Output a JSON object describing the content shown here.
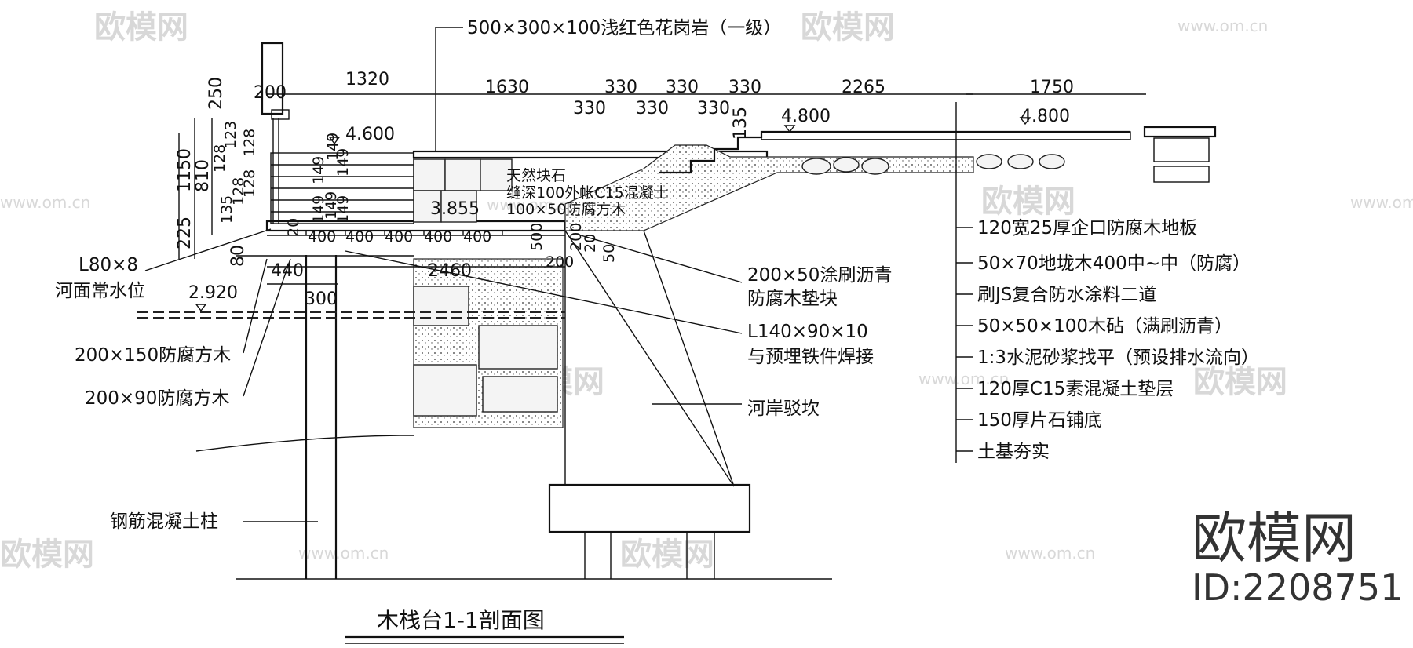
{
  "drawing_title": "木栈台1-1剖面图",
  "branding": {
    "logo_text": "欧模网",
    "id_text": "ID:2208751",
    "watermark": "欧模网",
    "watermark_url": "www.om.cn"
  },
  "dimensions": {
    "top": [
      "1320",
      "1630",
      "330",
      "330",
      "330",
      "2265",
      "1750"
    ],
    "second": [
      "330",
      "330",
      "330"
    ],
    "left": [
      "200",
      "250",
      "1150",
      "810",
      "225",
      "80"
    ],
    "small_vertical": [
      "123",
      "128",
      "128",
      "135",
      "128",
      "128"
    ],
    "mid_vertical": [
      "149",
      "149",
      "149",
      "149",
      "149",
      "149"
    ],
    "step": "135",
    "bottom": [
      "440",
      "300",
      "2460",
      "200"
    ],
    "spacing": [
      "400",
      "400",
      "400",
      "400",
      "400"
    ],
    "misc": [
      "500",
      "200",
      "20",
      "50",
      "20"
    ]
  },
  "elevations": [
    "4.600",
    "4.800",
    "4.800",
    "3.855",
    "2.920"
  ],
  "labels": {
    "granite": "500×300×100浅红色花岗岩（一级）",
    "natural_stone": "天然块石",
    "joint": "缝深100外帐C15混凝土",
    "timber_100x50": "100×50防腐方木",
    "angle_80": "L80×8",
    "water_level": "河面常水位",
    "timber_200x150": "200×150防腐方木",
    "timber_200x90": "200×90防腐方木",
    "column": "钢筋混凝土柱",
    "pad_line1": "200×50涂刷沥青",
    "pad_line2": "防腐木垫块",
    "angle_140_line1": "L140×90×10",
    "angle_140_line2": "与预埋铁件焊接",
    "bank": "河岸驳坎"
  },
  "layers": [
    "120宽25厚企口防腐木地板",
    "50×70地垅木400中~中（防腐）",
    "刷JS复合防水涂料二道",
    "50×50×100木砧（满刷沥青）",
    "1:3水泥砂浆找平（预设排水流向）",
    "120厚C15素混凝土垫层",
    "150厚片石铺底",
    "土基夯实"
  ]
}
